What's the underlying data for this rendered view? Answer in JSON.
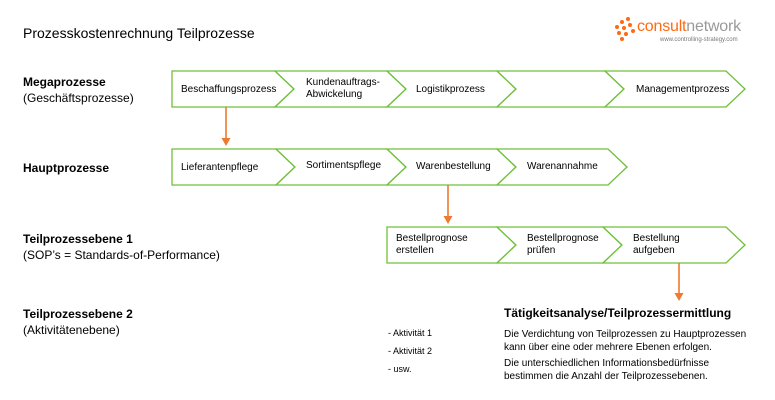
{
  "title": "Prozesskostenrechnung Teilprozesse",
  "logo": {
    "text_part1": "consult",
    "text_part2": "network",
    "subtext": "www.controlling-strategy.com"
  },
  "colors": {
    "green": "#6fbf3a",
    "orange": "#ee7a2f"
  },
  "levels": [
    {
      "title": "Megaprozesse",
      "subtitle": "(Geschäftsprozesse)"
    },
    {
      "title": "Hauptprozesse",
      "subtitle": ""
    },
    {
      "title": "Teilprozessebene 1",
      "subtitle": "(SOP’s = Standards-of-Performance)"
    },
    {
      "title": "Teilprozessebene 2",
      "subtitle": "(Aktivitätenebene)"
    }
  ],
  "mega": [
    "Beschaffungsprozess",
    "Kundenauftrags-\nAbwickelung",
    "Logistikprozess",
    "",
    "Managementprozess"
  ],
  "haupt": [
    "Lieferantenpflege",
    "Sortimentspflege",
    "Warenbestellung",
    "Warenannahme"
  ],
  "teil1": [
    "Bestellprognose\nerstellen",
    "Bestellprognose\nprüfen",
    "Bestellung\naufgeben"
  ],
  "activities": [
    "- Aktivität 1",
    "- Aktivität 2",
    "- usw."
  ],
  "info": {
    "title": "Tätigkeitsanalyse/Teilprozessermittlung",
    "paragraphs": [
      "Die Verdichtung von Teilprozessen zu Hauptprozessen kann über eine oder mehrere Ebenen erfolgen.",
      "Die unterschiedlichen Informationsbedürfnisse bestimmen die Anzahl der Teilprozessebenen."
    ]
  }
}
